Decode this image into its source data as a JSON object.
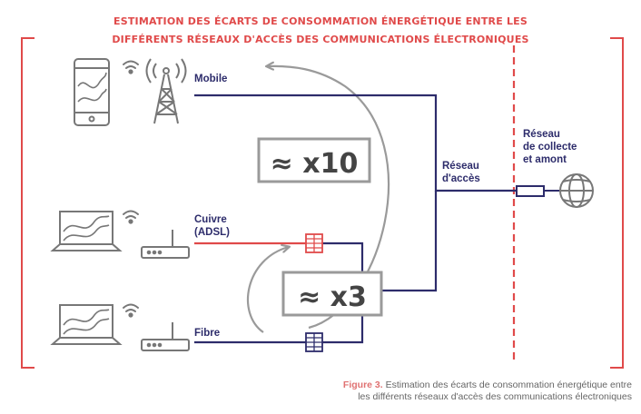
{
  "title": {
    "line1": "ESTIMATION DES ÉCARTS DE CONSOMMATION ÉNERGÉTIQUE ENTRE LES",
    "line2": "DIFFÉRENTS RÉSEAUX D'ACCÈS DES COMMUNICATIONS ÉLECTRONIQUES"
  },
  "labels": {
    "mobile": "Mobile",
    "cuivre_1": "Cuivre",
    "cuivre_2": "(ADSL)",
    "fibre": "Fibre",
    "acces_1": "Réseau",
    "acces_2": "d'accès",
    "collecte_1": "Réseau",
    "collecte_2": "de collecte",
    "collecte_3": "et amont"
  },
  "ratios": {
    "mobile_vs_fixed": "≈ x10",
    "copper_vs_fibre": "≈ x3"
  },
  "caption": {
    "figure": "Figure 3.",
    "line1": "Estimation des écarts de consommation énergétique entre",
    "line2": "les différents réseaux d'accès des communications électroniques"
  },
  "icons": [
    "smartphone-icon",
    "wifi-icon",
    "antenna-tower-icon",
    "laptop-icon",
    "router-icon",
    "globe-icon",
    "network-node-icon"
  ],
  "colors": {
    "accent_red": "#e04a4a",
    "navy": "#2d2c6b",
    "gray": "#9a9a9a"
  }
}
